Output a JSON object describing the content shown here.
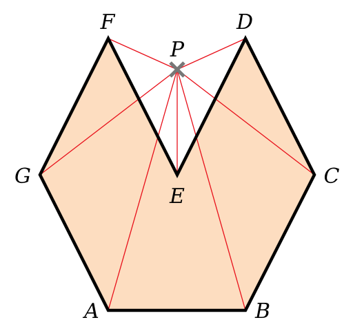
{
  "figure": {
    "colors": {
      "region_fill": "#fdddc0",
      "outline": "#000000",
      "segments": "#e8101a",
      "point_marker": "#777777"
    },
    "vertex_labels": {
      "A": "A",
      "B": "B",
      "C": "C",
      "D": "D",
      "E": "E",
      "F": "F",
      "G": "G",
      "P": "P"
    },
    "marker_icon": "cross-mark-icon"
  }
}
